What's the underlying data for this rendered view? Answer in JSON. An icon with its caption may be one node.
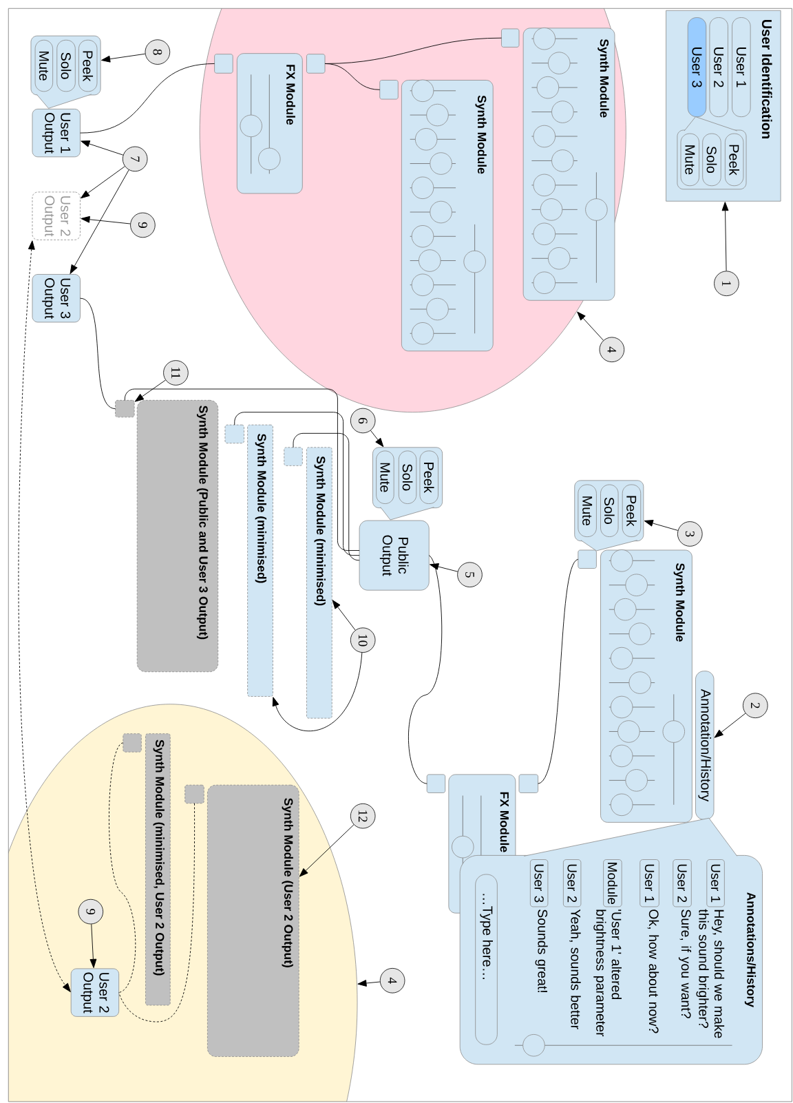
{
  "diagram": {
    "nodes": [
      {
        "text": [
          "User Identification"
        ]
      },
      {
        "text": [
          "User 1"
        ],
        "in": 0
      },
      {
        "text": [
          "User 2"
        ],
        "in": 0
      },
      {
        "text": [
          "User 3"
        ],
        "in": 0
      },
      {
        "text": [],
        "shape": "box",
        "in": 0
      },
      {
        "text": [
          "Peek"
        ],
        "in": 4
      },
      {
        "text": [
          "Solo"
        ],
        "in": 4
      },
      {
        "text": [
          "Mute"
        ],
        "in": 4
      },
      {
        "text": [
          "1"
        ]
      },
      {
        "text": [],
        "shape": "ellipse"
      },
      {
        "text": [
          "Synth Module"
        ],
        "in": 9
      },
      {
        "text": [],
        "shape": "box",
        "in": 9
      },
      {
        "text": [
          "Synth Module"
        ],
        "in": 9
      },
      {
        "text": [],
        "shape": "box",
        "in": 9
      },
      {
        "text": [
          "FX Module"
        ],
        "in": 9
      },
      {
        "text": [],
        "shape": "box",
        "in": 9
      },
      {
        "text": [],
        "shape": "box",
        "in": 9
      },
      {
        "text": [
          "4"
        ]
      },
      {
        "text": [
          "8"
        ]
      },
      {
        "text": [],
        "shape": "box"
      },
      {
        "text": [
          "Peek"
        ],
        "in": 19
      },
      {
        "text": [
          "Solo"
        ],
        "in": 19
      },
      {
        "text": [
          "Mute"
        ],
        "in": 19
      },
      {
        "text": [
          "User 1 Output"
        ]
      },
      {
        "text": [
          "7"
        ]
      },
      {
        "text": [
          "User 2 Output"
        ]
      },
      {
        "text": [
          "9"
        ]
      },
      {
        "text": [
          "User 3 Output"
        ]
      },
      {
        "text": [
          "11"
        ]
      },
      {
        "text": [],
        "shape": "box"
      },
      {
        "text": [
          "Synth Module (Public and User 3 Output)"
        ]
      },
      {
        "text": [],
        "shape": "box"
      },
      {
        "text": [
          "Synth Module (minimised)"
        ]
      },
      {
        "text": [],
        "shape": "box"
      },
      {
        "text": [
          "Synth Module (minimised)"
        ]
      },
      {
        "text": [
          "6"
        ]
      },
      {
        "text": [],
        "shape": "box"
      },
      {
        "text": [
          "Peek"
        ],
        "in": 36
      },
      {
        "text": [
          "Solo"
        ],
        "in": 36
      },
      {
        "text": [
          "Mute"
        ],
        "in": 36
      },
      {
        "text": [
          "Public Output"
        ]
      },
      {
        "text": [
          "5"
        ]
      },
      {
        "text": [
          "10"
        ]
      },
      {
        "text": [
          "3"
        ]
      },
      {
        "text": [],
        "shape": "box"
      },
      {
        "text": [
          "Peek"
        ],
        "in": 44
      },
      {
        "text": [
          "Solo"
        ],
        "in": 44
      },
      {
        "text": [
          "Mute"
        ],
        "in": 44
      },
      {
        "text": [],
        "shape": "box"
      },
      {
        "text": [
          "Synth Module"
        ]
      },
      {
        "text": [
          "Annotation/History"
        ]
      },
      {
        "text": [
          "2"
        ]
      },
      {
        "text": [
          "FX Module"
        ]
      },
      {
        "text": [],
        "shape": "box"
      },
      {
        "text": [],
        "shape": "box"
      },
      {
        "text": [
          "Annotations/History"
        ]
      },
      {
        "text": [
          "User 1"
        ],
        "in": 55,
        "beside": [
          "Hey, should we make this sound brighter?"
        ]
      },
      {
        "text": [
          "User 2"
        ],
        "in": 55,
        "beside": [
          "Sure, if you want?"
        ]
      },
      {
        "text": [
          "User 1"
        ],
        "in": 55,
        "beside": [
          "Ok, how about now?"
        ]
      },
      {
        "text": [
          "Module"
        ],
        "in": 55,
        "beside": [
          "'User 1' altered brightness parameter"
        ]
      },
      {
        "text": [
          "User 2"
        ],
        "in": 55,
        "beside": [
          "Yeah, sounds better"
        ]
      },
      {
        "text": [
          "User 3"
        ],
        "in": 55,
        "beside": [
          "Sounds great!"
        ]
      },
      {
        "text": [
          "…Type here…"
        ],
        "in": 55
      },
      {
        "text": [
          "12"
        ]
      },
      {
        "text": [],
        "shape": "ellipse"
      },
      {
        "text": [],
        "shape": "box",
        "in": 64
      },
      {
        "text": [
          "Synth Module (minimised, User 2 Output)"
        ],
        "in": 64
      },
      {
        "text": [],
        "shape": "box",
        "in": 64
      },
      {
        "text": [
          "Synth Module (User 2 Output)"
        ],
        "in": 64
      },
      {
        "text": [
          "9"
        ],
        "in": 64
      },
      {
        "text": [
          "User 2 Output"
        ],
        "in": 64
      },
      {
        "text": [
          "4"
        ]
      }
    ],
    "edges": [
      {
        "from": 8,
        "to": 0,
        "arrow": "to"
      },
      {
        "from": 15,
        "to": 11,
        "arrow": "none"
      },
      {
        "from": 15,
        "to": 13,
        "arrow": "none"
      },
      {
        "from": 16,
        "to": 23,
        "arrow": "none"
      },
      {
        "from": 17,
        "to": 9,
        "arrow": "to"
      },
      {
        "from": 18,
        "to": 19,
        "arrow": "to"
      },
      {
        "from": 24,
        "to": 23,
        "arrow": "to"
      },
      {
        "from": 24,
        "to": 25,
        "arrow": "to"
      },
      {
        "from": 24,
        "to": 27,
        "arrow": "to"
      },
      {
        "from": 26,
        "to": 25,
        "arrow": "to"
      },
      {
        "from": 27,
        "to": 29,
        "arrow": "none"
      },
      {
        "from": 28,
        "to": 29,
        "arrow": "to"
      },
      {
        "from": 29,
        "to": 40,
        "arrow": "none"
      },
      {
        "from": 31,
        "to": 40,
        "arrow": "none"
      },
      {
        "from": 33,
        "to": 40,
        "arrow": "none"
      },
      {
        "from": 35,
        "to": 36,
        "arrow": "to"
      },
      {
        "from": 41,
        "to": 40,
        "arrow": "to"
      },
      {
        "from": 42,
        "to": 34,
        "arrow": "to"
      },
      {
        "from": 42,
        "to": 32,
        "arrow": "to"
      },
      {
        "from": 43,
        "to": 44,
        "arrow": "to"
      },
      {
        "from": 48,
        "to": 53,
        "arrow": "none"
      },
      {
        "from": 54,
        "to": 40,
        "arrow": "none"
      },
      {
        "from": 51,
        "to": 50,
        "arrow": "to"
      },
      {
        "from": 63,
        "to": 68,
        "arrow": "to"
      },
      {
        "from": 71,
        "to": 64,
        "arrow": "to"
      },
      {
        "from": 69,
        "to": 70,
        "arrow": "to"
      },
      {
        "from": 65,
        "to": 70,
        "arrow": "none",
        "style": "dashed"
      },
      {
        "from": 67,
        "to": 70,
        "arrow": "none",
        "style": "dashed"
      },
      {
        "from": 25,
        "to": 70,
        "arrow": "both",
        "style": "dashed"
      }
    ]
  }
}
